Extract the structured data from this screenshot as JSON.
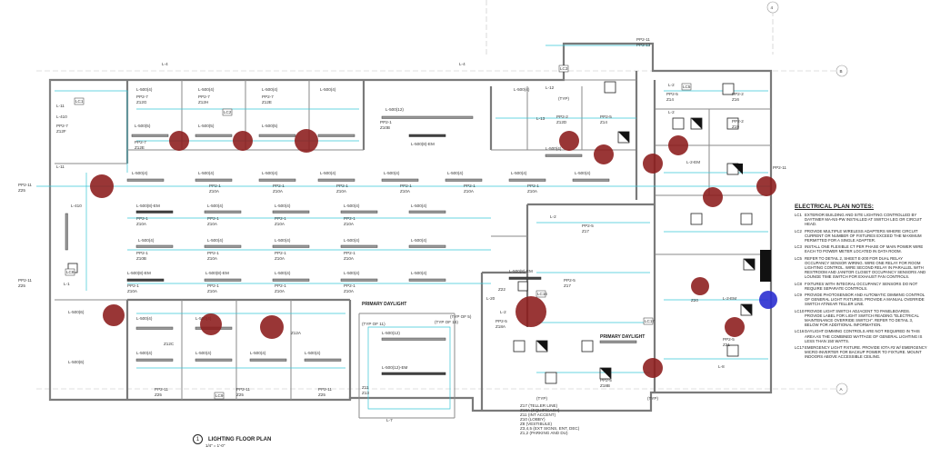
{
  "sheet": {
    "plan_number": "1",
    "plan_title": "LIGHTING FLOOR PLAN",
    "plan_scale": "1/4\" = 1'-0\"",
    "grid_labels": [
      "4",
      "B",
      "A"
    ]
  },
  "notes": {
    "title": "ELECTRICAL PLAN NOTES:",
    "items": [
      {
        "code": "LC1",
        "text": "EXTERIOR BUILDING AND SITE LIGHTING CONTROLLED BY DAYTIME# MA-NS-PW INSTALLED AT SWITCH LEG OR CIRCUIT HEAD."
      },
      {
        "code": "LC2",
        "text": "PROVIDE MULTIPLE WIRELESS ADAPTERS WHERE CIRCUIT CURRENT OR NUMBER OF FIXTURES EXCEED THE MAXIMUM PERMITTED FOR A SINGLE ADAPTER."
      },
      {
        "code": "LC3",
        "text": "INSTALL ONE FLEXIBLE CT PER PHASE OF MAIN POWER WIRE EACH TO POWER METER LOCATED IN DATA ROOM."
      },
      {
        "code": "LC5",
        "text": "REFER TO DETAIL 2, SHEET E-200 FOR DUAL RELAY OCCUPANCY SENSOR WIRING. WIRE ONE RELAY FOR ROOM LIGHTING CONTROL. WIRE SECOND RELAY IN PARALLEL WITH RESTROOM AND JANITOR CLOSET OCCUPANCY SENSORS AND LOUNGE TIME SWITCH FOR EXHAUST FAN CONTROLS."
      },
      {
        "code": "LC8",
        "text": "FIXTURES WITH INTEGRAL OCCUPANCY SENSORS DO NOT REQUIRE SEPARATE CONTROLS."
      },
      {
        "code": "LC9",
        "text": "PROVIDE PHOTOSENSOR AND AUTOMATIC DIMMING CONTROL OF GENERAL LIGHT FIXTURES. PROVIDE A MANUAL OVERRIDE SWITCH AT/NEAR TELLER LINE."
      },
      {
        "code": "LC10",
        "text": "PROVIDE LIGHT SWITCH ADJACENT TO PANELBOARDS. PROVIDE LABEL FOR LIGHT SWITCH READING \"ELECTRICAL MAINTENANCE OVERRIDE SWITCH\". REFER TO DETAIL 3, BELOW FOR ADDITIONAL INFORMATION."
      },
      {
        "code": "LC16",
        "text": "DAYLIGHT DIMMING CONTROLS ARE NOT REQUIRED IN THIS AREA AS THE COMBINED WATTAGE OF GENERAL LIGHTING IS LESS THAN 150 WATTS."
      },
      {
        "code": "LC17",
        "text": "EMERGENCY LIGHT FIXTURE. PROVIDE IOTA #3 W/ EMERGENCY MICRO-INVERTER FOR BACKUP POWER TO FIXTURE. MOUNT INDOORS ABOVE ACCESSIBLE CEILING."
      }
    ]
  },
  "plan": {
    "fixture_labels": [
      "L-500(4)",
      "L-500(5)",
      "L-500(8)-EM",
      "L-500(12)",
      "L-500(12)-EM",
      "L-500(6)",
      "L-500(10)",
      "L-2",
      "L-2-EM",
      "L-11",
      "L-12",
      "L-13",
      "L-15",
      "L-20",
      "L-410",
      "L-8",
      "L-1",
      "L-7",
      "L-4",
      "L-3"
    ],
    "circuit_labels": [
      "PP2-1",
      "PP2-2",
      "PP2-5",
      "PP2-7",
      "PP2-11",
      "PP2-13",
      "Z10A",
      "Z10B",
      "Z11",
      "Z12A",
      "Z12C",
      "Z12D",
      "Z12E",
      "Z12F",
      "Z12G",
      "Z12H",
      "Z13",
      "Z14",
      "Z16",
      "Z17",
      "Z18A",
      "Z18B",
      "Z19",
      "Z20",
      "Z21",
      "Z22",
      "Z25"
    ],
    "callouts": [
      "PRIMARY DAYLIGHT",
      "(TYP OF 11)",
      "(TYP OF 16)",
      "(TYP OF 5)",
      "(TYP)"
    ],
    "room_tags": [
      "LC1",
      "LC2",
      "LC3",
      "LC5",
      "LC8",
      "LC9",
      "LC16",
      "LC17"
    ],
    "legend_lines": [
      "Z17 (TELLER LINE)",
      "Z18A (EQUIP/CASH)",
      "Z11 (INT ACCENT)",
      "Z10 (LOBBY)",
      "Z8 (VESTIBULE)",
      "Z3,4,5 (EXT SIGNS, ENT, DEC)",
      "Z1,2 (PARKING AND DU)"
    ],
    "markers": {
      "red": "#8b1a1a",
      "blue": "#2b2fd0"
    }
  }
}
